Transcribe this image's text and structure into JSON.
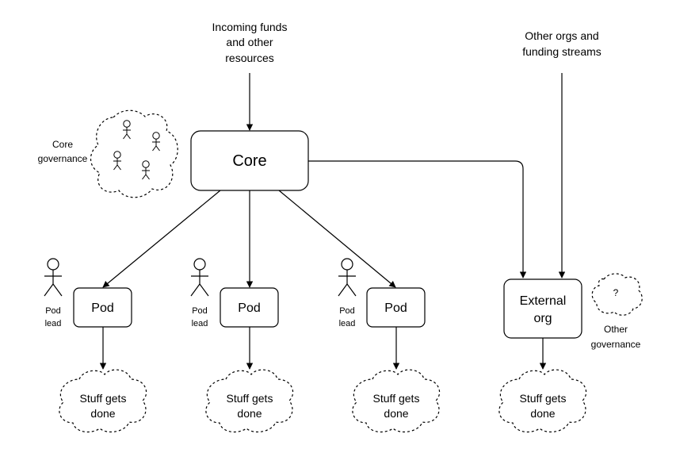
{
  "incoming": {
    "line1": "Incoming funds",
    "line2": "and other",
    "line3": "resources"
  },
  "other_orgs": {
    "line1": "Other orgs and",
    "line2": "funding streams"
  },
  "core_governance": {
    "line1": "Core",
    "line2": "governance"
  },
  "core": {
    "label": "Core"
  },
  "pods": [
    {
      "label": "Pod",
      "lead_line1": "Pod",
      "lead_line2": "lead",
      "outcome_line1": "Stuff gets",
      "outcome_line2": "done"
    },
    {
      "label": "Pod",
      "lead_line1": "Pod",
      "lead_line2": "lead",
      "outcome_line1": "Stuff gets",
      "outcome_line2": "done"
    },
    {
      "label": "Pod",
      "lead_line1": "Pod",
      "lead_line2": "lead",
      "outcome_line1": "Stuff gets",
      "outcome_line2": "done"
    }
  ],
  "external": {
    "line1": "External",
    "line2": "org",
    "outcome_line1": "Stuff gets",
    "outcome_line2": "done"
  },
  "other_governance": {
    "symbol": "?",
    "line1": "Other",
    "line2": "governance"
  }
}
